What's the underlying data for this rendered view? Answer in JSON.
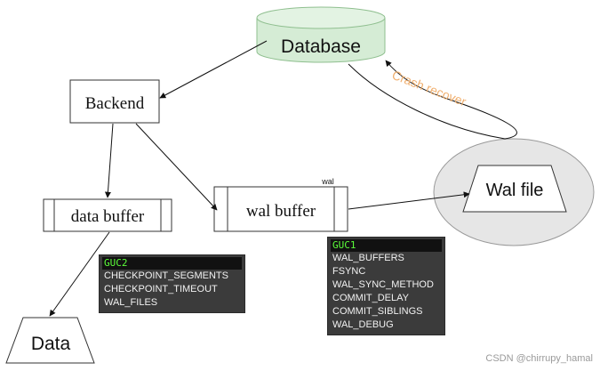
{
  "nodes": {
    "database": "Database",
    "backend": "Backend",
    "data_buffer": "data buffer",
    "wal_buffer": "wal buffer",
    "wal_file": "Wal file",
    "data": "Data",
    "wal_small_label": "wal"
  },
  "edge_labels": {
    "crash_recover": "Crash recover"
  },
  "guc2": {
    "header": "GUC2",
    "items": [
      "CHECKPOINT_SEGMENTS",
      "CHECKPOINT_TIMEOUT",
      "WAL_FILES"
    ]
  },
  "guc1": {
    "header": "GUC1",
    "items": [
      "WAL_BUFFERS",
      "FSYNC",
      "WAL_SYNC_METHOD",
      "COMMIT_DELAY",
      "COMMIT_SIBLINGS",
      "WAL_DEBUG"
    ]
  },
  "watermark": "CSDN @chirrupy_hamal",
  "colors": {
    "database_fill": "#d5ecd5",
    "crash_label": "#f0b070",
    "wal_file_ellipse": "#e6e6e6",
    "guc_bg": "#3b3b3b",
    "guc_header_text": "#5cff3a"
  }
}
